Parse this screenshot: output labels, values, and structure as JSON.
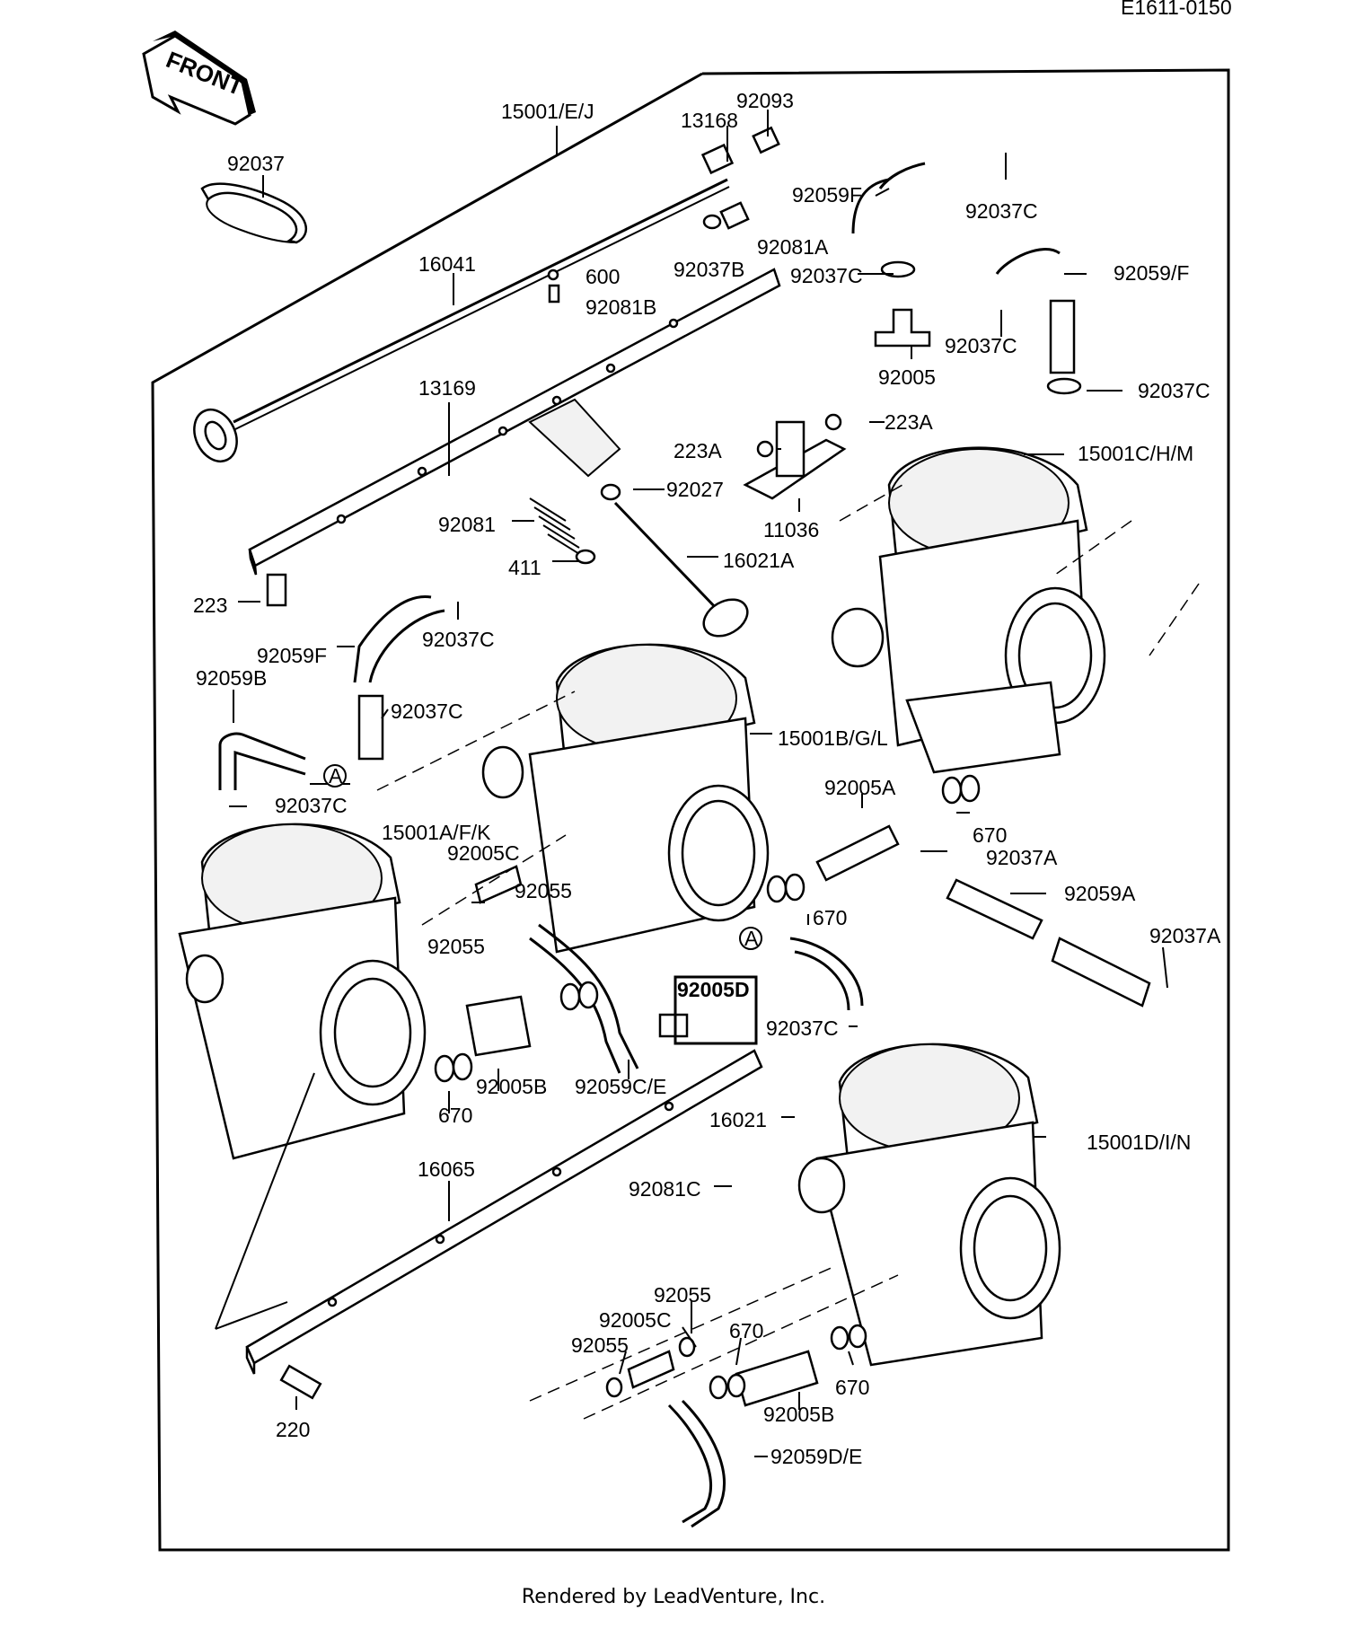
{
  "diagram_code": "E1611-0150",
  "front_label": "FRONT",
  "footer": "Rendered by LeadVenture, Inc.",
  "labels": {
    "p15001EJ": "15001/E/J",
    "p92093": "92093",
    "p13168": "13168",
    "p92037": "92037",
    "p92059F_top": "92059F",
    "p92037C_a": "92037C",
    "p92081A": "92081A",
    "p92037B": "92037B",
    "p92037C_b": "92037C",
    "p92059F_right": "92059/F",
    "p16041": "16041",
    "p600": "600",
    "p92081B": "92081B",
    "p92037C_c": "92037C",
    "p92005": "92005",
    "p92037C_d": "92037C",
    "p13169": "13169",
    "p223A_a": "223A",
    "p223A_b": "223A",
    "p15001CHM": "15001C/H/M",
    "p92027": "92027",
    "p11036": "11036",
    "p92081": "92081",
    "p16021A": "16021A",
    "p411": "411",
    "p223": "223",
    "p92037C_e": "92037C",
    "p92059F_left": "92059F",
    "p92059B": "92059B",
    "p92037C_f": "92037C",
    "p15001BGL": "15001B/G/L",
    "circleA_a": "A",
    "p92037C_g": "92037C",
    "p15001AFK": "15001A/F/K",
    "p92005A": "92005A",
    "p670_a": "670",
    "p92037A_a": "92037A",
    "p92005C_a": "92005C",
    "p92055_a": "92055",
    "p670_b": "670",
    "p92059A": "92059A",
    "p92055_b": "92055",
    "circleA_b": "A",
    "p92037A_b": "92037A",
    "p92005D": "92005D",
    "p92037C_h": "92037C",
    "p670_c": "670",
    "p92005B_a": "92005B",
    "p92059CE": "92059C/E",
    "p16021": "16021",
    "p15001DIN": "15001D/I/N",
    "p16065": "16065",
    "p92081C": "92081C",
    "p92055_c": "92055",
    "p92005C_b": "92005C",
    "p670_d": "670",
    "p92055_d": "92055",
    "p670_e": "670",
    "p92005B_b": "92005B",
    "p220": "220",
    "p92059DE": "92059D/E"
  }
}
